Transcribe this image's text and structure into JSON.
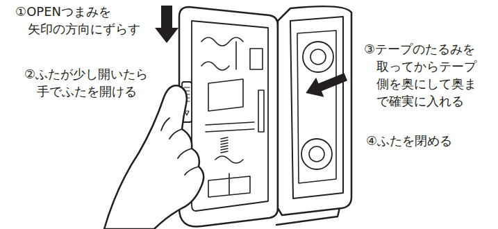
{
  "diagram": {
    "labels": [
      "①OPENつまみを 矢印の方向にずらす",
      "②ふたが少し開いたら 手でふたを開ける",
      "③テープのたるみを 取ってからテープ 側を奥にして奥ま で確実に入れる",
      "④ふたを閉める"
    ]
  }
}
